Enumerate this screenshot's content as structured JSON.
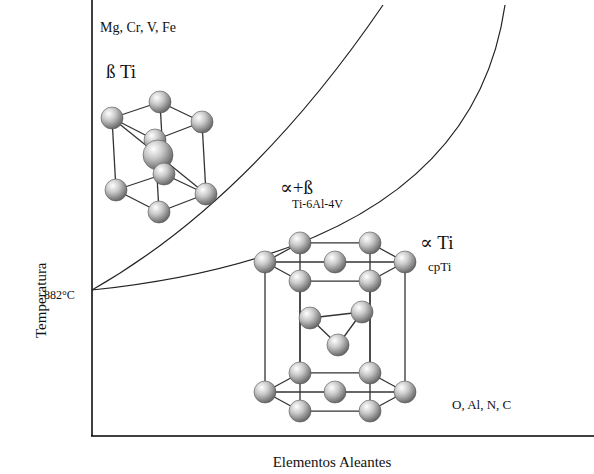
{
  "diagram": {
    "labels": [
      "Mg, Cr, V, Fe",
      "ß Ti",
      "∝+ß",
      "Ti-6Al-4V",
      "∝ Ti",
      "cpTi",
      "882°C",
      "O, Al, N, C",
      "Temperatura",
      "Elementos Aleantes"
    ]
  }
}
